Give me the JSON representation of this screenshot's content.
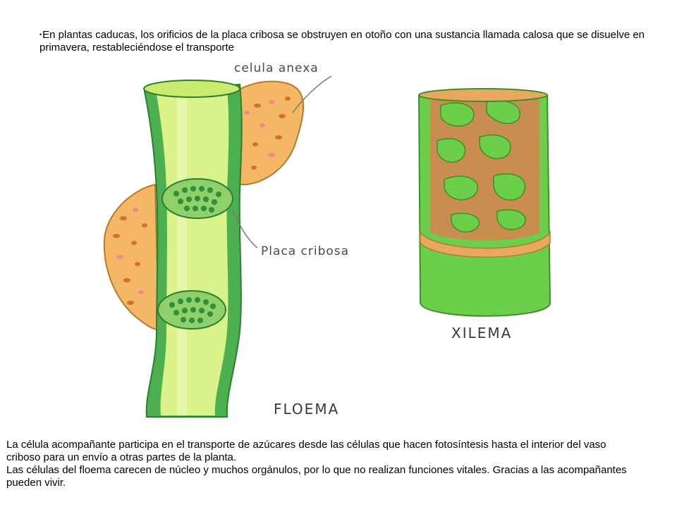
{
  "slide": {
    "top_paragraph": "En plantas caducas, los orificios de la placa cribosa se obstruyen en otoño con una sustancia llamada calosa que se disuelve en primavera, restableciéndose el transporte",
    "bottom_paragraph_1": "La célula acompañante participa en el transporte de azúcares desde las células que hacen fotosíntesis hasta el interior del vaso criboso para un  envío a otras partes de la planta.",
    "bottom_paragraph_2": "Las células del floema carecen de núcleo y muchos orgánulos, por lo que no realizan funciones vitales. Gracias a las acompañantes pueden vivir."
  },
  "illustration": {
    "label_celula_anexa": "celula anexa",
    "label_placa_cribosa": "Placa cribosa",
    "label_xilema": "XILEMA",
    "label_floema": "FLOEMA"
  },
  "colors": {
    "tube_green": "#4caf50",
    "tube_light": "#d9f28a",
    "companion_orange": "#f3b766",
    "xylem_inner": "#c98d4f",
    "xylem_green": "#6ccf4a"
  }
}
